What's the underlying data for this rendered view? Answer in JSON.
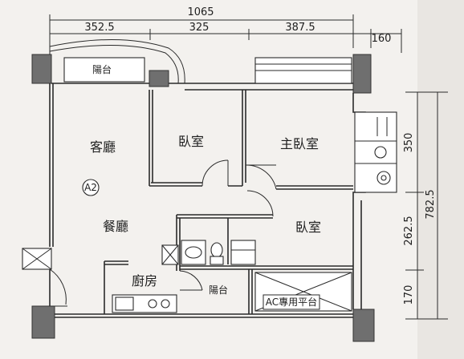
{
  "dimensions": {
    "total_width": "1065",
    "seg1": "352.5",
    "seg2": "325",
    "seg3": "387.5",
    "seg4": "160",
    "v1": "350",
    "v2": "782.5",
    "v3": "262.5",
    "v4": "170"
  },
  "rooms": {
    "balcony_top": "陽台",
    "living": "客廳",
    "unit_marker": "A2",
    "bedroom1": "臥室",
    "master_bedroom": "主臥室",
    "dining": "餐廳",
    "bedroom2": "臥室",
    "kitchen": "廚房",
    "balcony_bottom": "陽台",
    "ac_platform": "AC專用平台"
  },
  "colors": {
    "wall": "#6f6f6f",
    "line": "#2a2a2a",
    "background": "#f3f1ee"
  }
}
